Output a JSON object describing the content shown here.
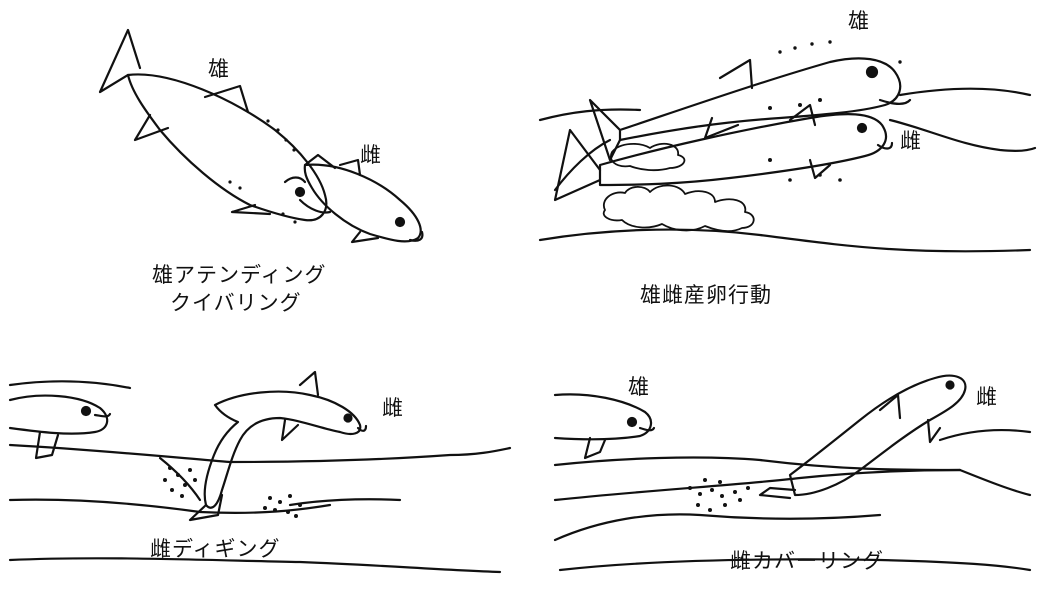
{
  "panels": [
    {
      "id": "attending",
      "caption_lines": [
        "雄アテンディング",
        "クイバリング"
      ],
      "male_label": "雄",
      "female_label": "雌"
    },
    {
      "id": "spawning",
      "caption_lines": [
        "雄雌産卵行動"
      ],
      "male_label": "雄",
      "female_label": "雌"
    },
    {
      "id": "digging",
      "caption_lines": [
        "雌ディギング"
      ],
      "female_label": "雌"
    },
    {
      "id": "covering",
      "caption_lines": [
        "雌カバーリング"
      ],
      "male_label": "雄",
      "female_label": "雌"
    }
  ]
}
